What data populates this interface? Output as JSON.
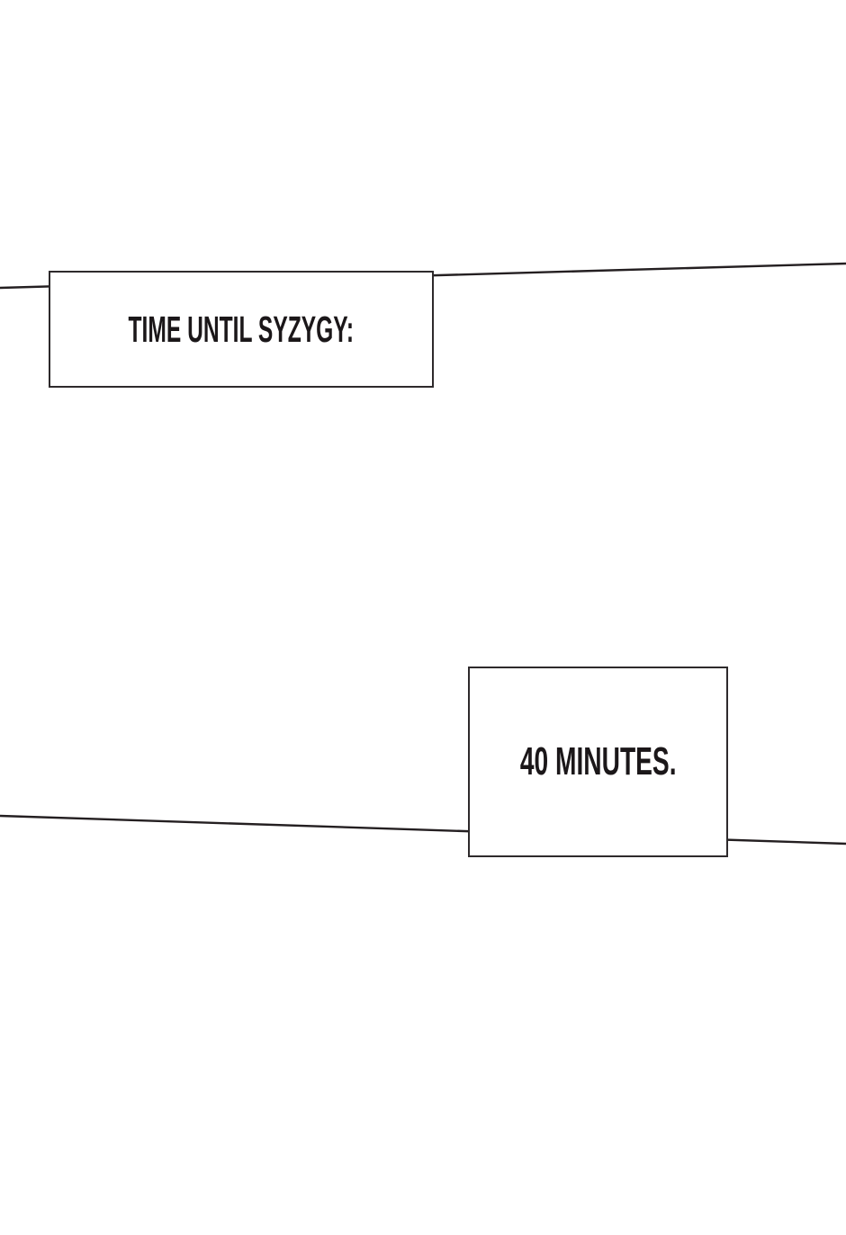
{
  "page": {
    "type": "comic-panel",
    "background_color": "#ffffff"
  },
  "captions": [
    {
      "id": "syzygy",
      "text": "TIME UNTIL SYZYGY:"
    },
    {
      "id": "minutes",
      "text": "40 MINUTES."
    }
  ],
  "colors": {
    "line_ink": "#241f21",
    "box_border": "#2e2a2c",
    "box_fill": "#ffffff",
    "text_ink": "#1b1719"
  }
}
